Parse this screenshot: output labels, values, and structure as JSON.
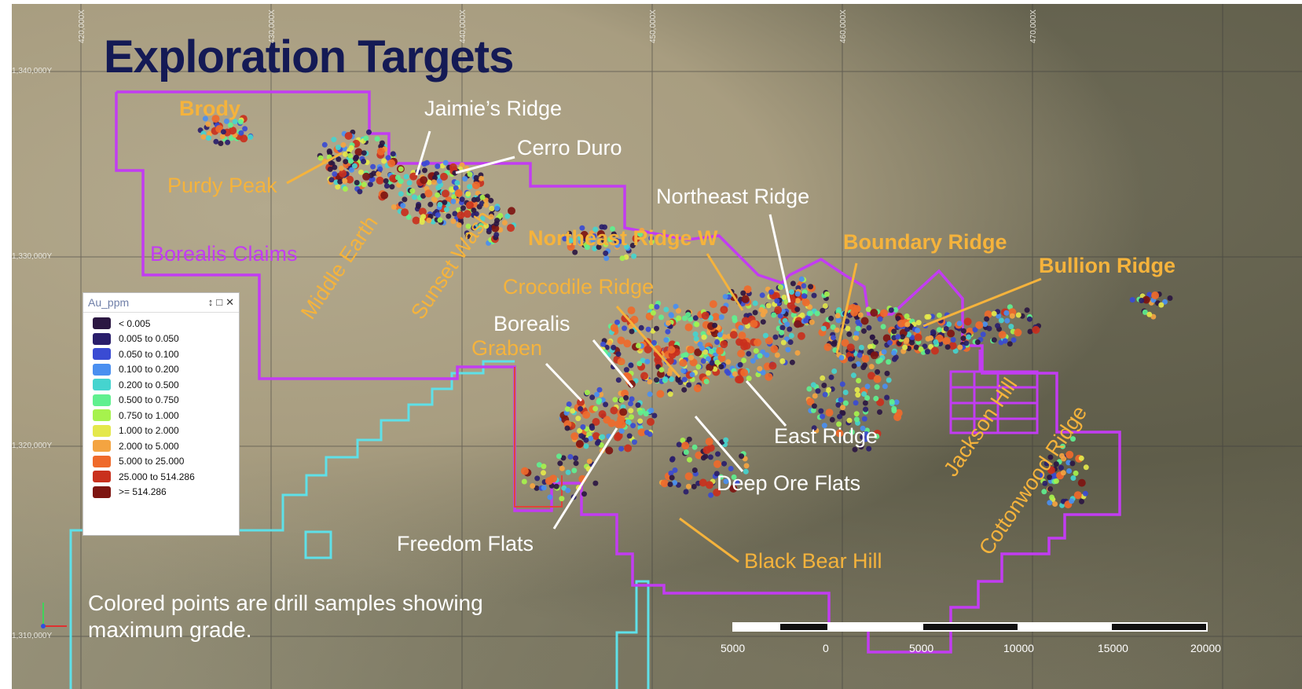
{
  "title": "Exploration Targets",
  "caption": "Colored points are drill samples showing maximum grade.",
  "legend": {
    "title": "Au_ppm",
    "controls": [
      "↕",
      "□",
      "✕"
    ],
    "items": [
      {
        "label": "< 0.005",
        "color": "#2b1742"
      },
      {
        "label": "0.005 to 0.050",
        "color": "#2a1e6b"
      },
      {
        "label": "0.050 to 0.100",
        "color": "#3a4bd3"
      },
      {
        "label": "0.100 to 0.200",
        "color": "#4a8ff0"
      },
      {
        "label": "0.200 to 0.500",
        "color": "#45d4cf"
      },
      {
        "label": "0.500 to 0.750",
        "color": "#60f08f"
      },
      {
        "label": "0.750 to 1.000",
        "color": "#a6f24d"
      },
      {
        "label": "1.000 to 2.000",
        "color": "#e4e84b"
      },
      {
        "label": "2.000 to 5.000",
        "color": "#f4a441"
      },
      {
        "label": "5.000 to 25.000",
        "color": "#ef6a2b"
      },
      {
        "label": "25.000 to 514.286",
        "color": "#c9301d"
      },
      {
        "label": ">= 514.286",
        "color": "#7e1511"
      }
    ]
  },
  "labels": {
    "brody": "Brody",
    "jaimies_ridge": "Jaimie’s Ridge",
    "cerro_duro": "Cerro Duro",
    "purdy_peak": "Purdy Peak",
    "northeast_ridge": "Northeast Ridge",
    "northeast_ridge_w": "Northeast Ridge W",
    "boundary_ridge": "Boundary Ridge",
    "bullion_ridge": "Bullion Ridge",
    "borealis_claims": "Borealis Claims",
    "middle_earth": "Middle Earth",
    "sunset_wash": "Sunset Wash",
    "crocodile_ridge": "Crocodile Ridge",
    "borealis": "Borealis",
    "graben": "Graben",
    "east_ridge": "East Ridge",
    "jackson_hill": "Jackson Hill",
    "cottonwood_ridge": "Cottonwood Ridge",
    "deep_ore_flats": "Deep Ore Flats",
    "freedom_flats": "Freedom Flats",
    "black_bear_hill": "Black Bear Hill"
  },
  "grid": {
    "y_labels": [
      "1,340,000Y",
      "1,330,000Y",
      "1,320,000Y",
      "1,310,000Y"
    ],
    "x_labels": [
      "420,000X",
      "430,000X",
      "440,000X",
      "450,000X",
      "460,000X",
      "470,000X"
    ]
  },
  "scale_bar": [
    "5000",
    "0",
    "5000",
    "10000",
    "15000",
    "20000"
  ],
  "colors": {
    "claim_boundary": "#c23cf2",
    "lease_boundary": "#5ee0e8",
    "label_orange": "#f5b33c",
    "title_navy": "#141a55"
  }
}
